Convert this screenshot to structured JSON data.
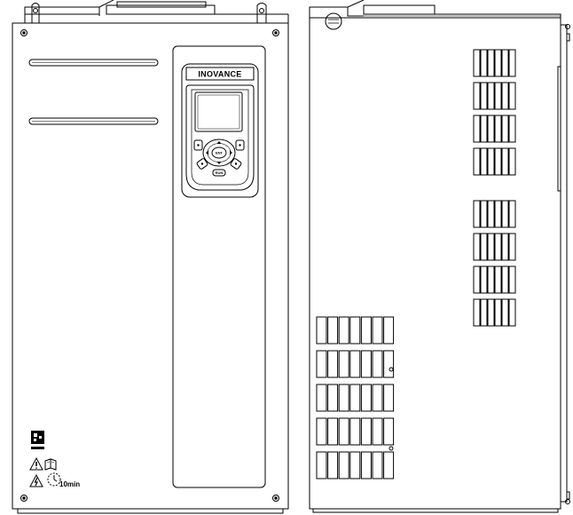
{
  "front_view": {
    "keypad": {
      "brand": "INOVANCE",
      "ok_key": "ENT",
      "run_key": "RUN"
    },
    "warning_label": {
      "time": "10min"
    }
  },
  "side_view": {},
  "colors": {
    "line": "#000000",
    "background": "#ffffff"
  }
}
